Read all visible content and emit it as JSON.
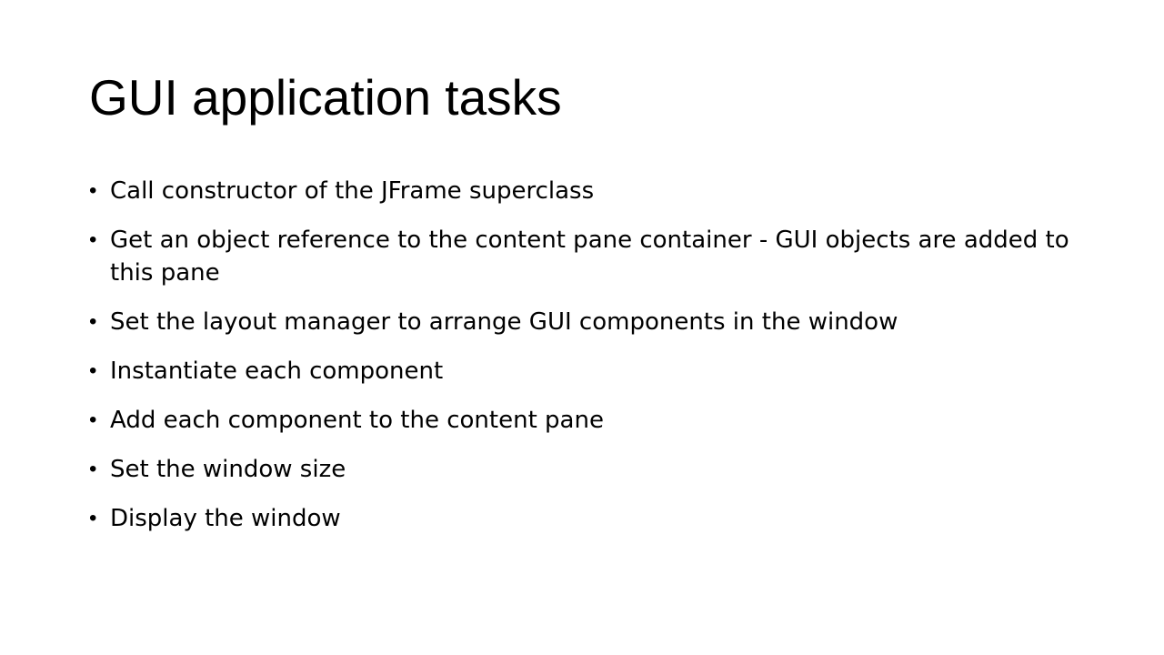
{
  "slide": {
    "title": "GUI application tasks",
    "bullet_glyph": "•",
    "bullets": [
      "Call constructor of the JFrame superclass",
      "Get an object reference to the content pane container - GUI objects are added to this pane",
      "Set the layout manager to arrange GUI components in the window",
      "Instantiate each component",
      "Add each component to the content pane",
      "Set the window size",
      "Display the window"
    ]
  }
}
